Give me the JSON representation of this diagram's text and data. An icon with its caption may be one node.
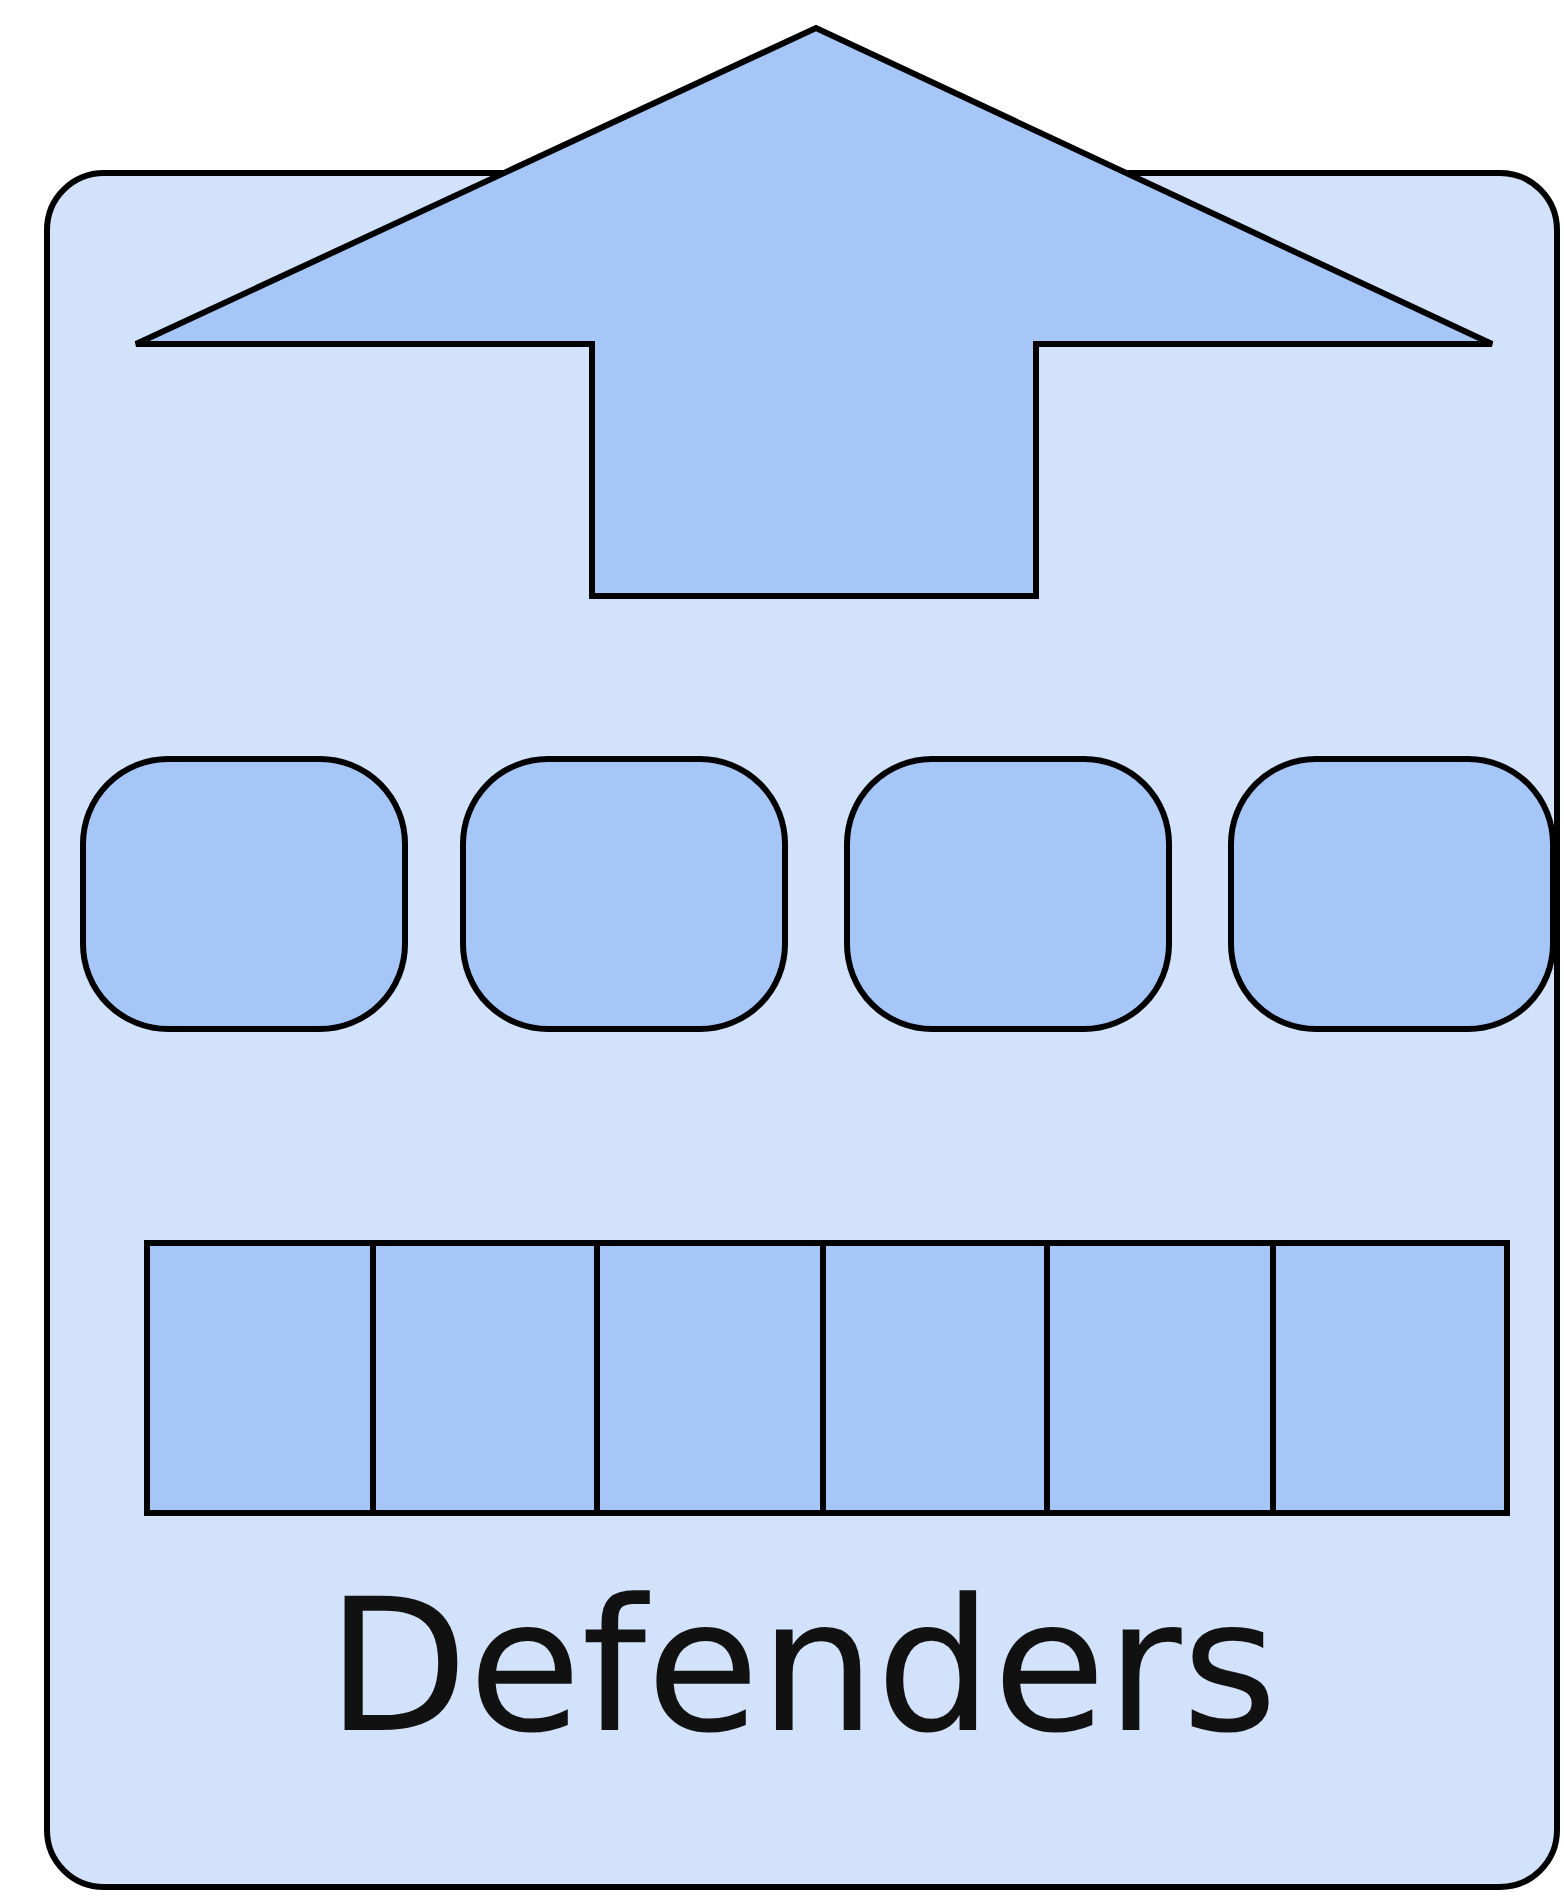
{
  "diagram": {
    "nodes": [
      {
        "text": [
          "Defenders"
        ]
      },
      {
        "text": [],
        "shape": "box",
        "in": 0
      },
      {
        "text": [],
        "shape": "box",
        "in": 0
      },
      {
        "text": [],
        "shape": "box",
        "in": 0
      },
      {
        "text": [],
        "shape": "box",
        "in": 0
      },
      {
        "text": [],
        "shape": "box",
        "in": 0
      },
      {
        "text": [],
        "shape": "box",
        "in": 0
      },
      {
        "text": [],
        "shape": "box",
        "in": 0
      },
      {
        "text": [],
        "shape": "box",
        "in": 0
      },
      {
        "text": [],
        "shape": "box",
        "in": 0
      },
      {
        "text": [],
        "shape": "box",
        "in": 0
      }
    ]
  }
}
